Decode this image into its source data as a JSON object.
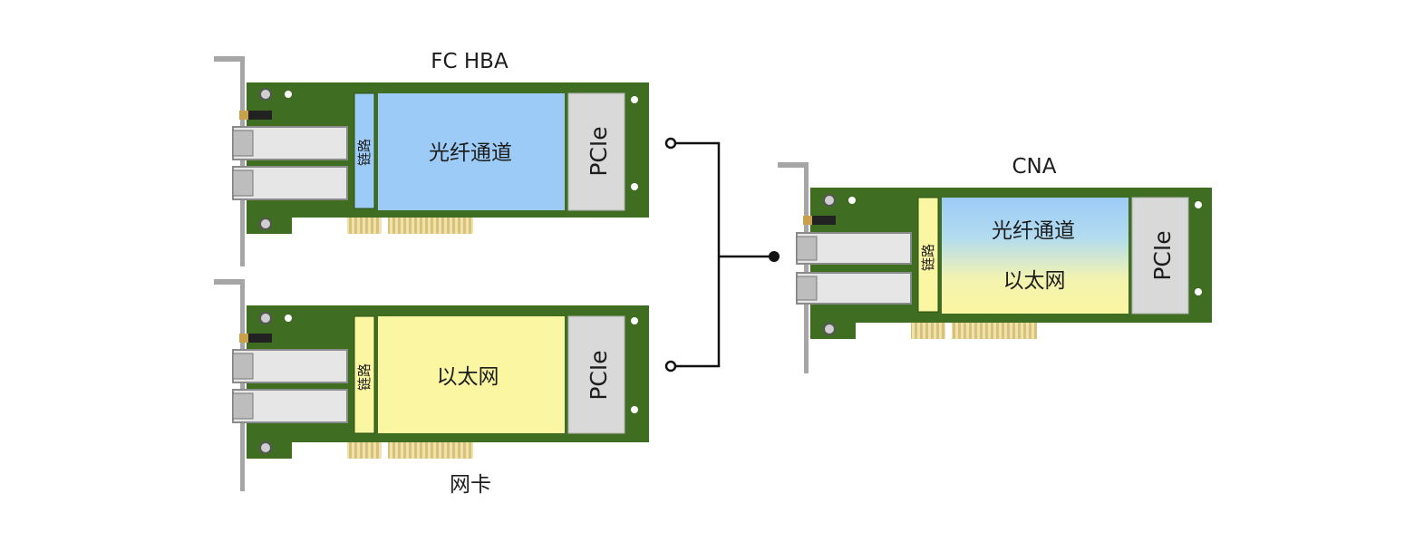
{
  "colors": {
    "board": "#3f6e22",
    "board_edge": "#2c5016",
    "fiber": "#9dcbf7",
    "ethernet": "#fbf6a2",
    "pcie": "#d9d9d9",
    "gold": "#e7d79a",
    "bracket": "#a6a6a6",
    "line": "#111111"
  },
  "cards": {
    "fc_hba": {
      "title": "FC HBA",
      "link_label": "链路",
      "main_label": "光纤通道",
      "pcie_label": "PCIe"
    },
    "nic": {
      "caption": "网卡",
      "link_label": "链路",
      "main_label": "以太网",
      "pcie_label": "PCIe"
    },
    "cna": {
      "title": "CNA",
      "link_label": "链路",
      "main_label_top": "光纤通道",
      "main_label_bottom": "以太网",
      "pcie_label": "PCIe"
    }
  }
}
